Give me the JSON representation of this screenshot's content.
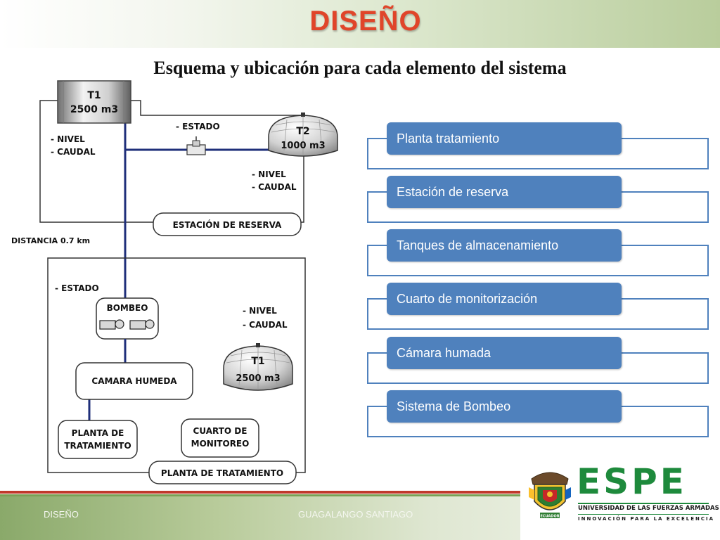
{
  "header": {
    "title": "DISEÑO",
    "subtitle": "Esquema y ubicación para cada elemento del sistema"
  },
  "diagram": {
    "tank_t1_top_name": "T1",
    "tank_t1_top_capacity": "2500 m3",
    "tank_t2_name": "T2",
    "tank_t2_capacity": "1000 m3",
    "tank_t1_bottom_name": "T1",
    "tank_t1_bottom_capacity": "2500 m3",
    "label_nivel_1": "- NIVEL",
    "label_caudal_1": "- CAUDAL",
    "label_estado_1": "- ESTADO",
    "label_nivel_2": "- NIVEL",
    "label_caudal_2": "- CAUDAL",
    "label_estado_2": "- ESTADO",
    "label_nivel_3": "- NIVEL",
    "label_caudal_3": "- CAUDAL",
    "estacion_reserva": "ESTACIÓN DE RESERVA",
    "distancia": "DISTANCIA 0.7 km",
    "bombeo": "BOMBEO",
    "camara_humeda": "CAMARA HUMEDA",
    "planta_de": "PLANTA DE",
    "tratamiento": "TRATAMIENTO",
    "cuarto_de": "CUARTO DE",
    "monitoreo": "MONITOREO",
    "planta_de_tratamiento": "PLANTA DE TRATAMIENTO"
  },
  "elements_list": [
    {
      "label": "Planta tratamiento"
    },
    {
      "label": "Estación de reserva"
    },
    {
      "label": "Tanques de almacenamiento"
    },
    {
      "label": "Cuarto de monitorización"
    },
    {
      "label": "Cámara humada"
    },
    {
      "label": "Sistema de Bombeo"
    }
  ],
  "footer": {
    "left": "DISEÑO",
    "center": "GUAGALANGO SANTIAGO"
  },
  "logo": {
    "brand": "ESPE",
    "line1": "UNIVERSIDAD DE LAS FUERZAS ARMADAS",
    "line2": "INNOVACIÓN PARA LA EXCELENCIA",
    "seal_text": "ECUADOR",
    "brand_color": "#1e8a3c"
  },
  "colors": {
    "title": "#e0452a",
    "pill_fill": "#4f81bd",
    "bracket": "#4f81bd"
  }
}
